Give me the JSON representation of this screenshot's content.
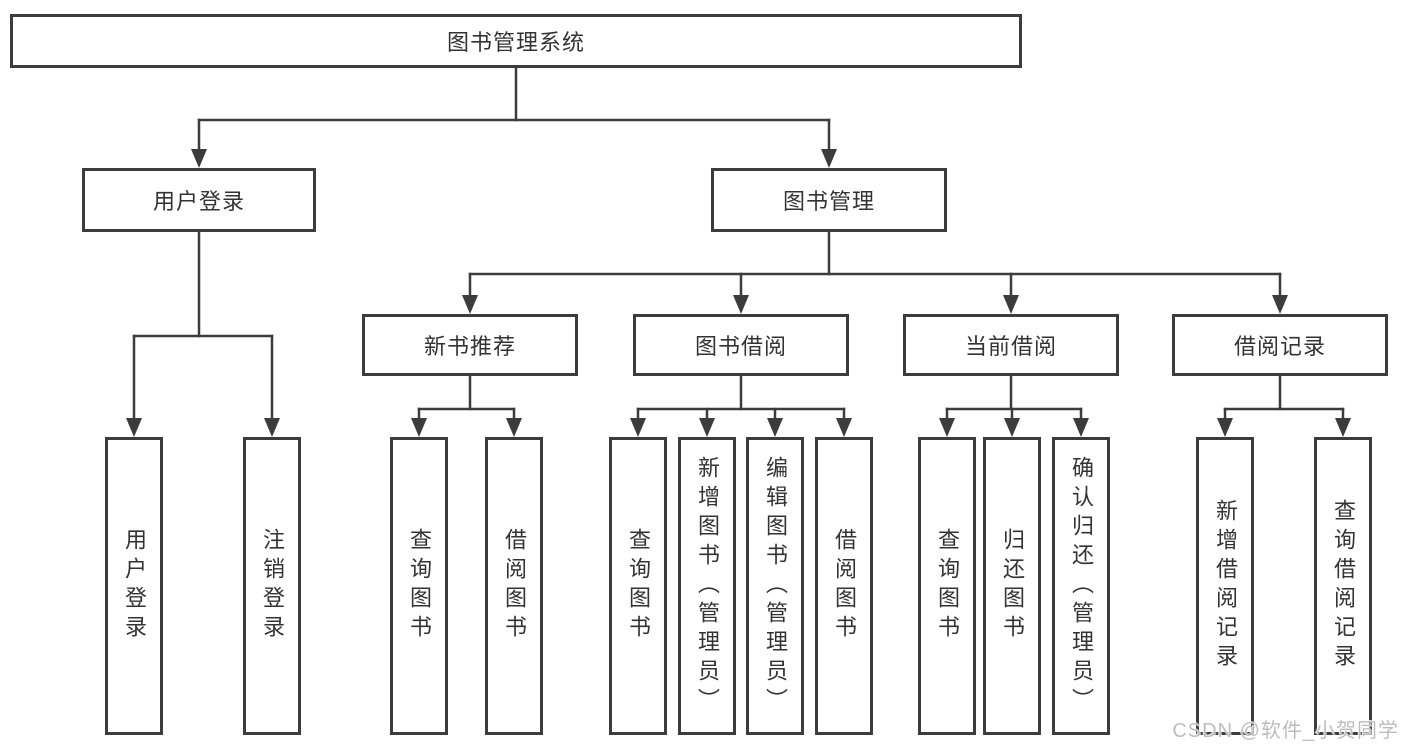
{
  "diagram_title": "图书管理系统",
  "nodes": {
    "root": "图书管理系统",
    "user_login": "用户登录",
    "book_mgmt": "图书管理",
    "new_book_rec": "新书推荐",
    "book_borrow": "图书借阅",
    "current_borrow": "当前借阅",
    "borrow_records": "借阅记录",
    "v_user_login": "用户登录",
    "v_logout": "注销登录",
    "v_query_book_a": "查询图书",
    "v_borrow_book_a": "借阅图书",
    "v_query_book_b": "查询图书",
    "v_add_book_admin": "新增图书（管理员）",
    "v_edit_book_admin": "编辑图书（管理员）",
    "v_borrow_book_b": "借阅图书",
    "v_query_book_c": "查询图书",
    "v_return_book": "归还图书",
    "v_confirm_return_admin": "确认归还（管理员）",
    "v_add_borrow_record": "新增借阅记录",
    "v_query_borrow_record": "查询借阅记录"
  },
  "watermark": "CSDN @软件_小贺同学",
  "colors": {
    "line": "#3c3c3c",
    "text": "#333333",
    "watermark": "#bdbdbd",
    "background": "#ffffff"
  }
}
